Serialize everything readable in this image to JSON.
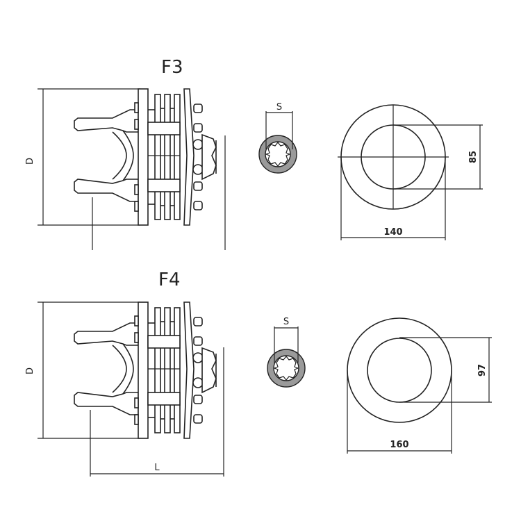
{
  "variants": [
    {
      "title": "F3",
      "dim_d": "D",
      "dim_s": "S",
      "outer_diameter": "140",
      "inner_diameter": "85",
      "dim_l": ""
    },
    {
      "title": "F4",
      "dim_d": "D",
      "dim_s": "S",
      "outer_diameter": "160",
      "inner_diameter": "97",
      "dim_l": "L"
    }
  ]
}
